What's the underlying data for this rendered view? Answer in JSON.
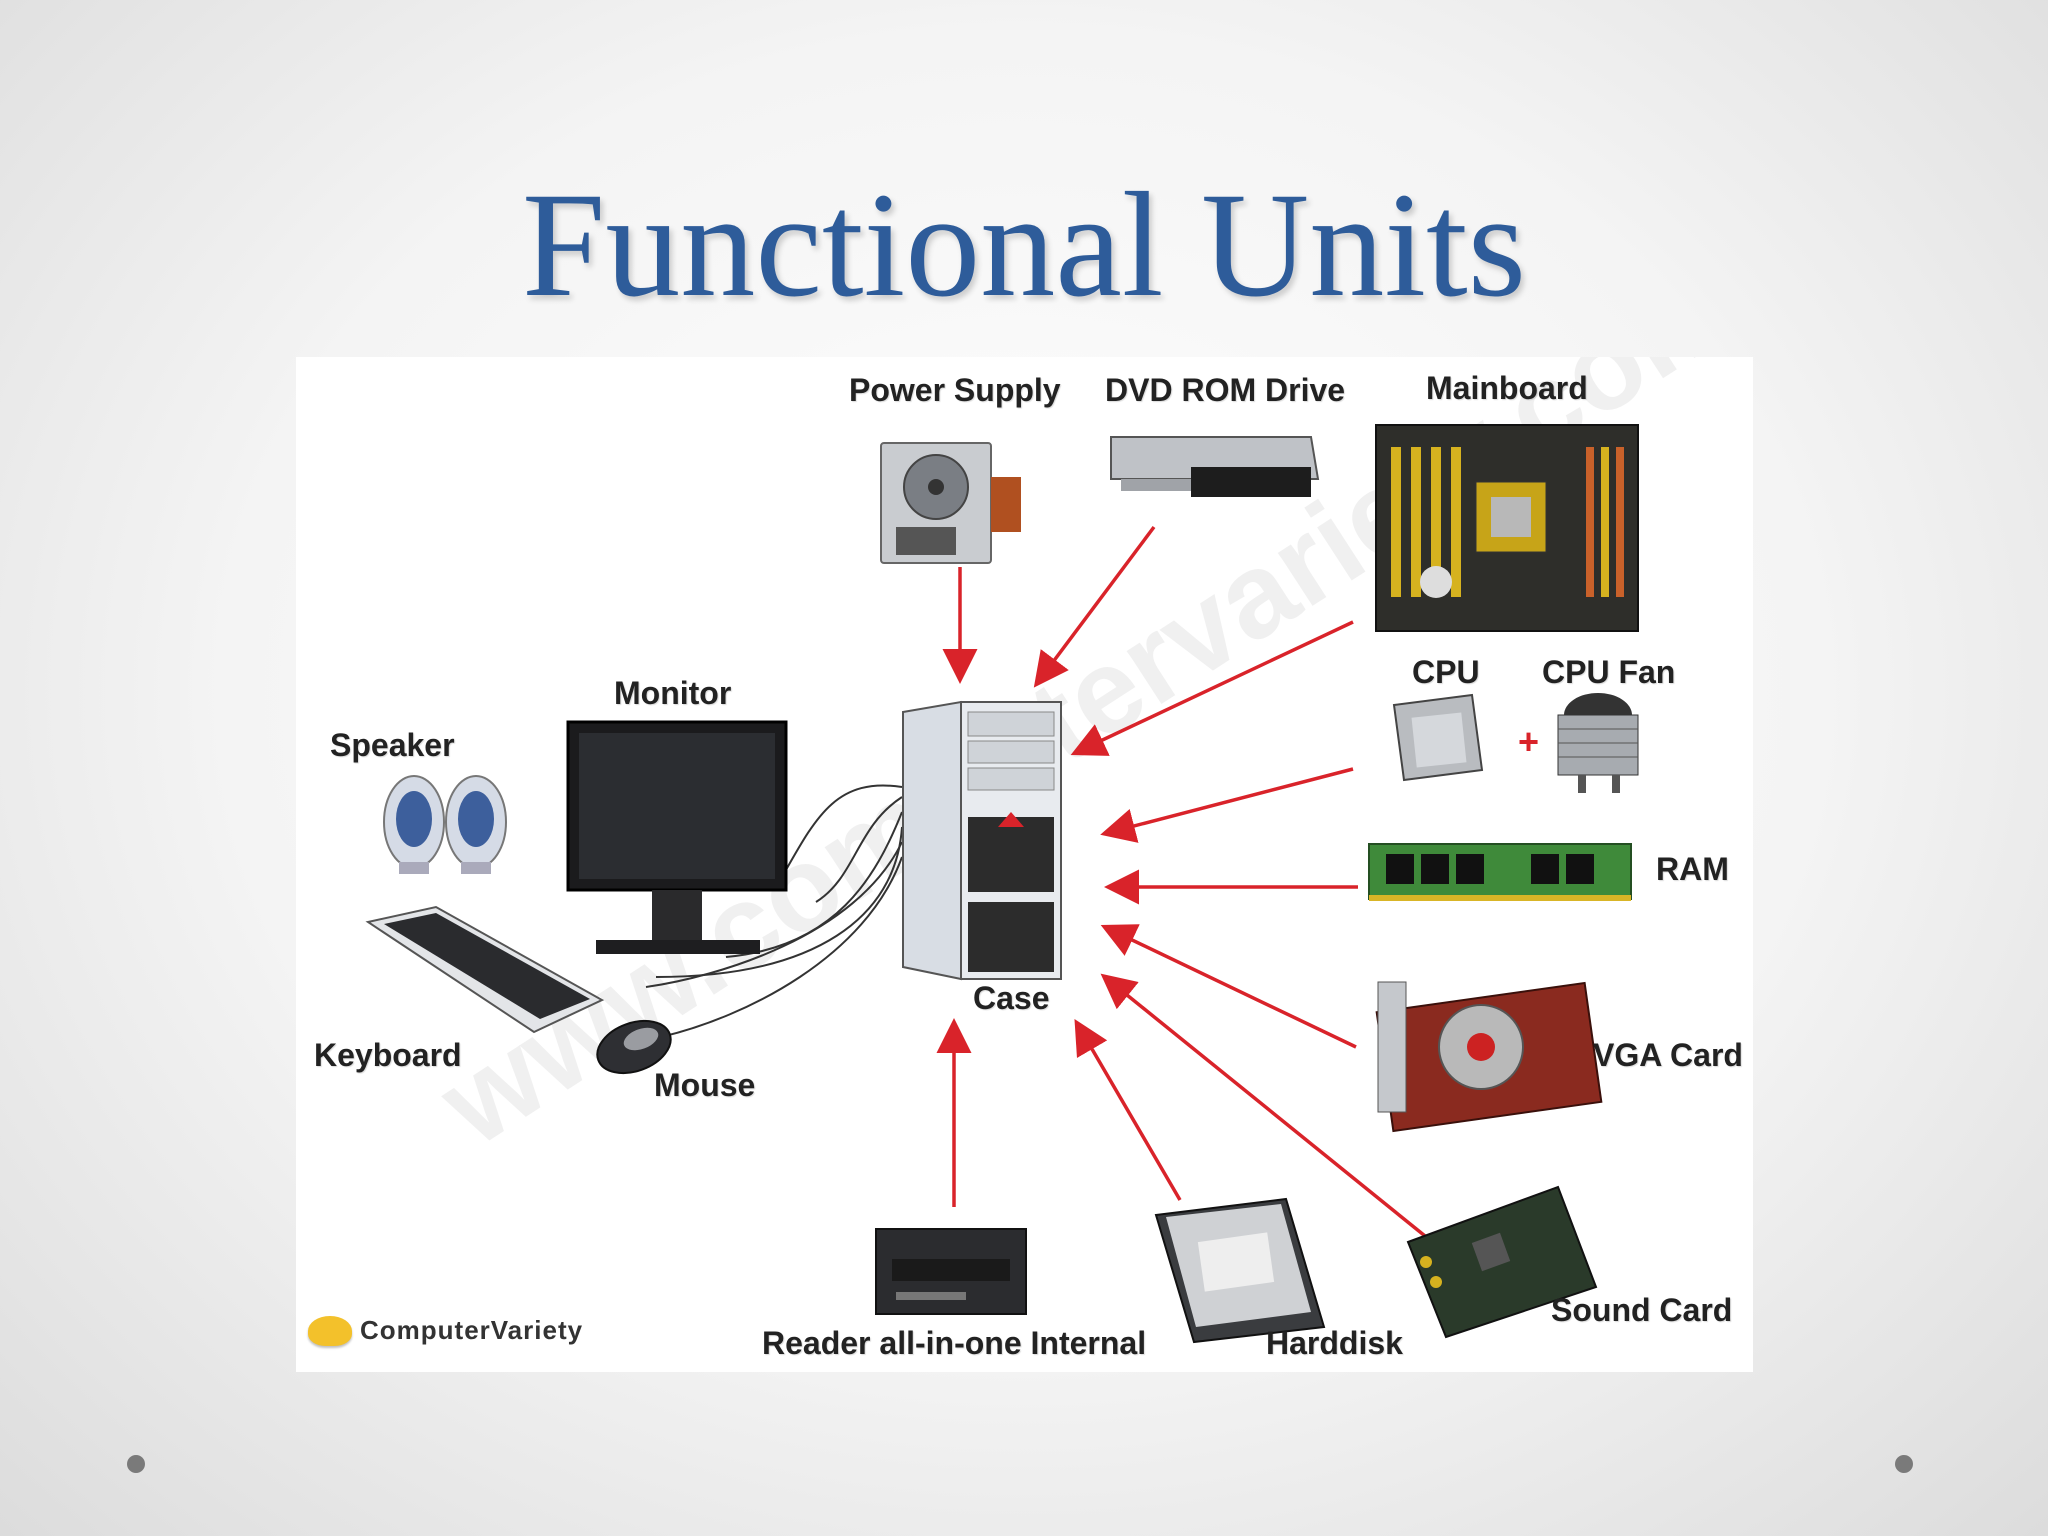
{
  "title": "Functional Units",
  "labels": {
    "power_supply": "Power Supply",
    "dvd_rom": "DVD ROM Drive",
    "mainboard": "Mainboard",
    "cpu": "CPU",
    "cpu_fan": "CPU Fan",
    "ram": "RAM",
    "vga": "VGA Card",
    "sound": "Sound Card",
    "harddisk": "Harddisk",
    "reader": "Reader all-in-one Internal",
    "case": "Case",
    "monitor": "Monitor",
    "speaker": "Speaker",
    "keyboard": "Keyboard",
    "mouse": "Mouse"
  },
  "plus_sign": "+",
  "watermark": "www.computervariety.com",
  "logo": "ComputerVariety",
  "colors": {
    "title": "#2e5c9a",
    "arrow": "#d9232a"
  }
}
